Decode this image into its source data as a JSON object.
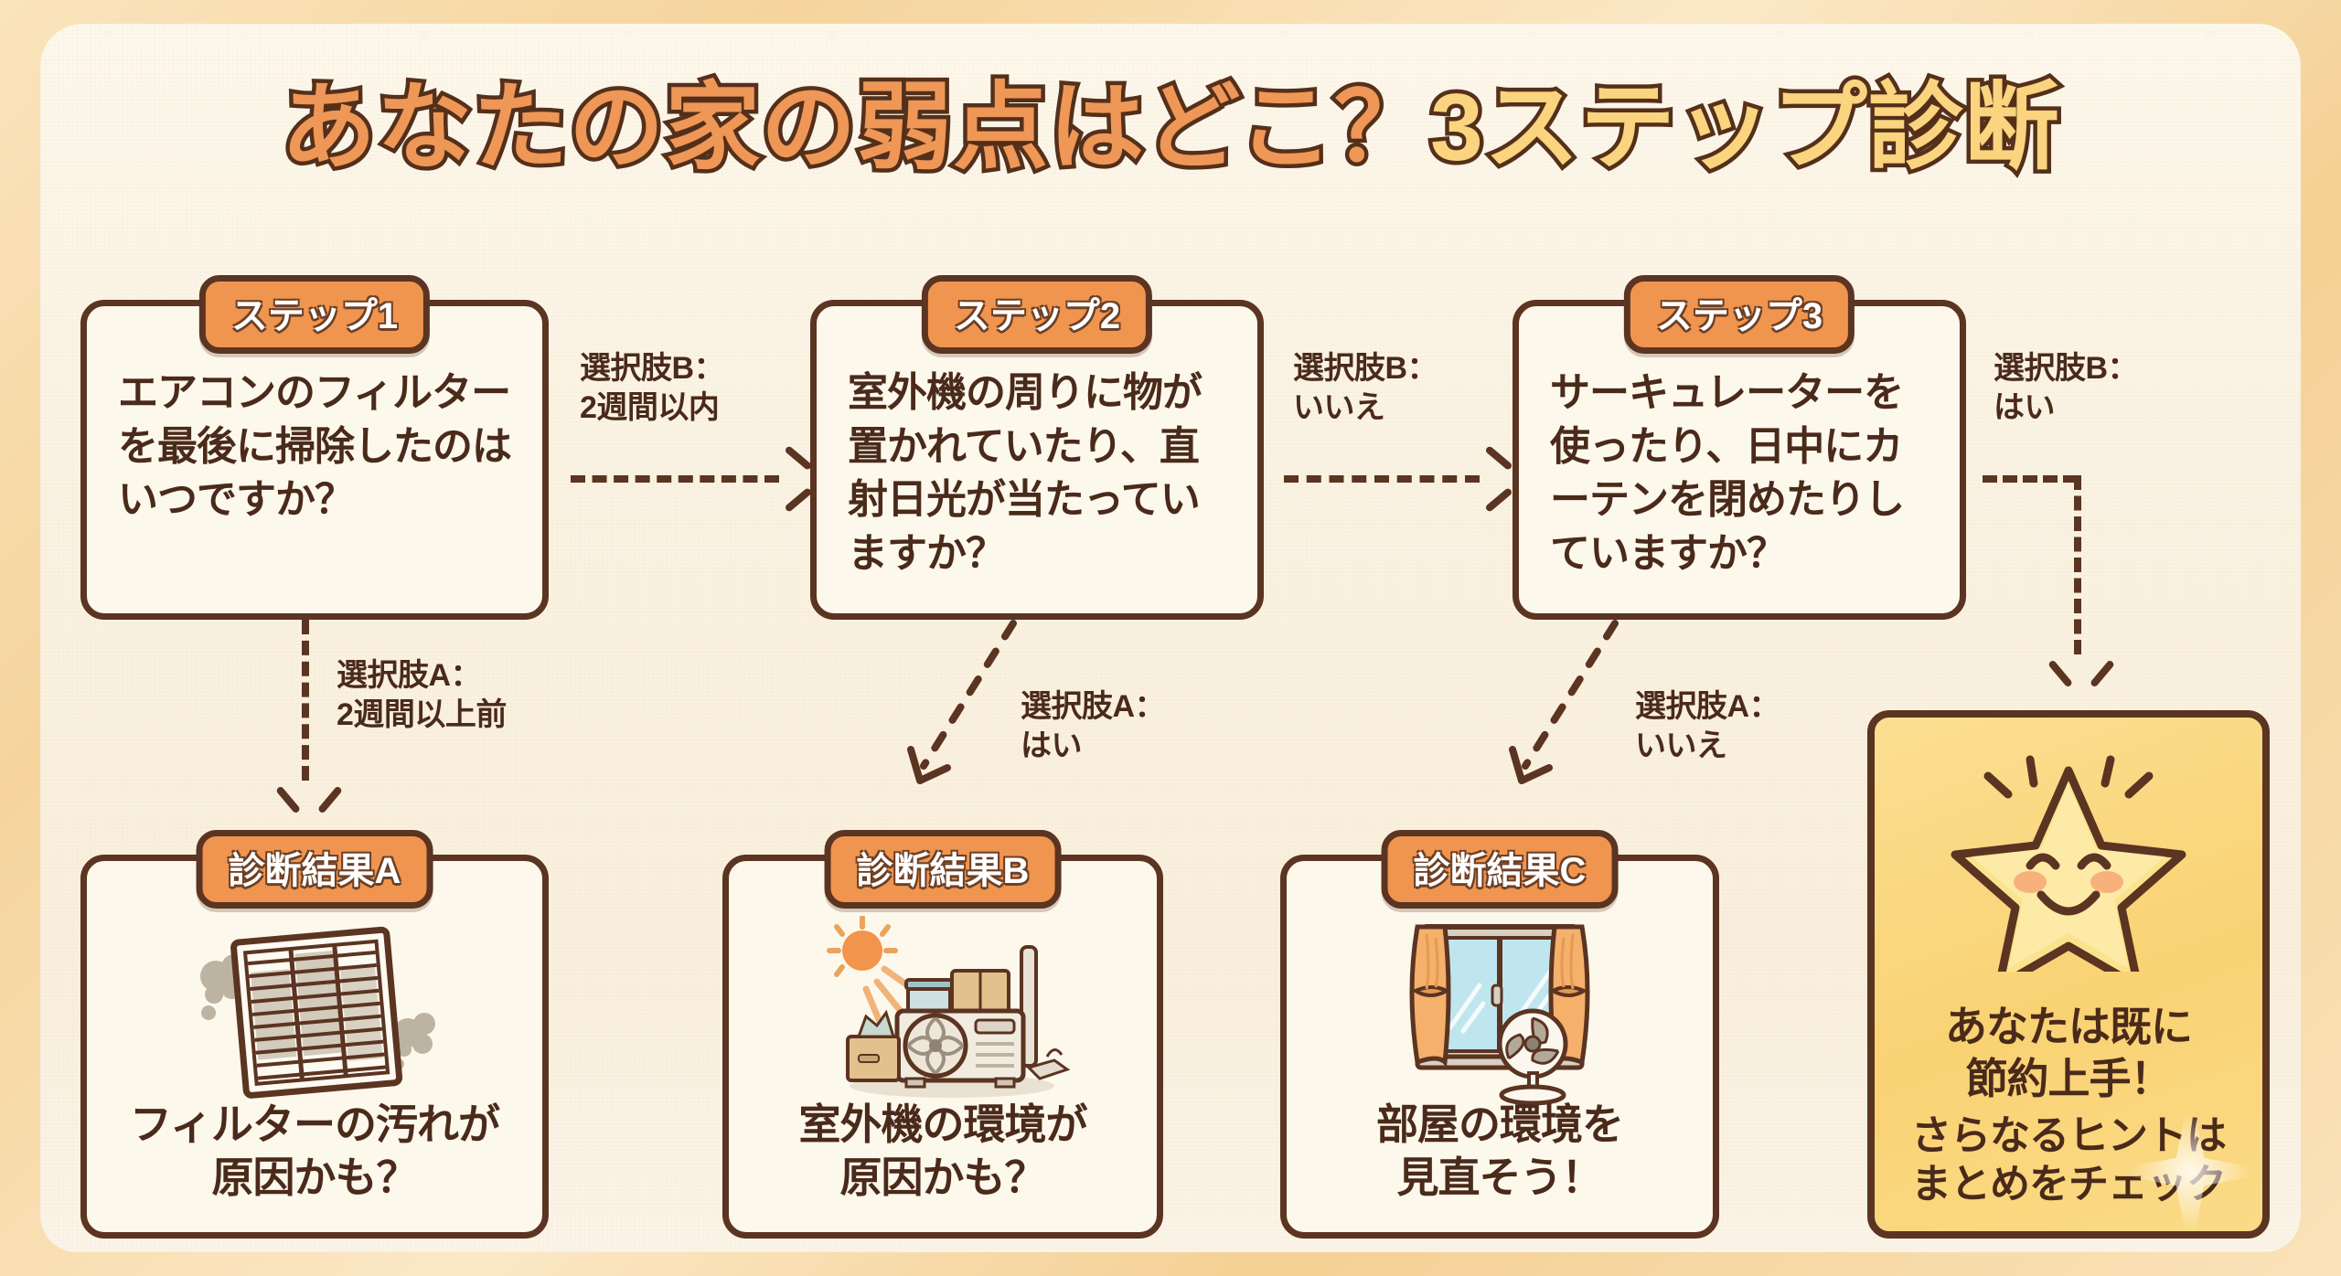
{
  "title": {
    "part1": "あなたの家の弱点はどこ？",
    "part2": "3ステップ診断",
    "color_part1": "#ef9757",
    "color_part2": "#fad47e",
    "outline_color": "#55301b"
  },
  "theme": {
    "page_bg": "#f6d49c",
    "paper_bg": "#fbf4e6",
    "ink": "#4a2a1a",
    "border": "#5b3422",
    "chip_bg": "#f0954f",
    "final_bg": "#fbd87e"
  },
  "steps": [
    {
      "chip": "ステップ1",
      "question": "エアコンのフィルターを最後に掃除したのはいつですか？"
    },
    {
      "chip": "ステップ2",
      "question": "室外機の周りに物が置かれていたり、直射日光が当たっていますか？"
    },
    {
      "chip": "ステップ3",
      "question": "サーキュレーターを使ったり、日中にカーテンを閉めたりしていますか？"
    }
  ],
  "connectors": {
    "step1_to_step2": "選択肢B：\n2週間以内",
    "step2_to_step3": "選択肢B：\nいいえ",
    "step3_to_final": "選択肢B：\nはい",
    "step1_to_resultA": "選択肢A：\n2週間以上前",
    "step2_to_resultB": "選択肢A：\nはい",
    "step3_to_resultC": "選択肢A：\nいいえ"
  },
  "results": [
    {
      "chip": "診断結果A",
      "text": "フィルターの汚れが\n原因かも？",
      "icon": "dirty-air-filter-icon"
    },
    {
      "chip": "診断結果B",
      "text": "室外機の環境が\n原因かも？",
      "icon": "outdoor-ac-unit-sun-icon"
    },
    {
      "chip": "診断結果C",
      "text": "部屋の環境を\n見直そう！",
      "icon": "window-curtain-fan-icon"
    }
  ],
  "final": {
    "line1": "あなたは既に\n節約上手！",
    "line2": "さらなるヒントは\nまとめをチェック",
    "icon": "smiling-star-icon"
  }
}
